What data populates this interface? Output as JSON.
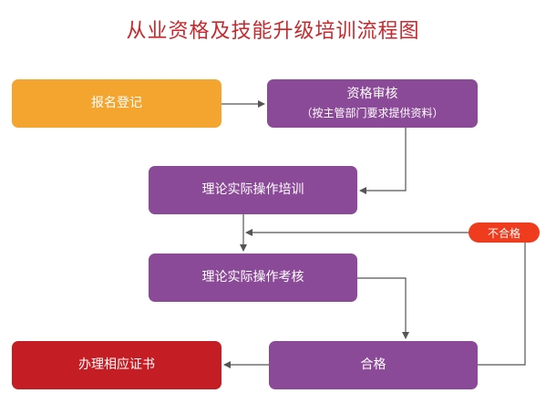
{
  "title": "从业资格及技能升级培训流程图",
  "steps": {
    "register": "报名登记",
    "review": "资格审核",
    "review_note": "（按主管部门要求提供资料）",
    "training": "理论实际操作培训",
    "exam": "理论实际操作考核",
    "pass": "合格",
    "certificate": "办理相应证书"
  },
  "fail_label": "不合格",
  "colors": {
    "title": "#c8282d",
    "register": "#f3a530",
    "process": "#8b4a97",
    "certificate": "#c41e24",
    "fail_badge": "#f03c1e",
    "connector": "#555555"
  }
}
